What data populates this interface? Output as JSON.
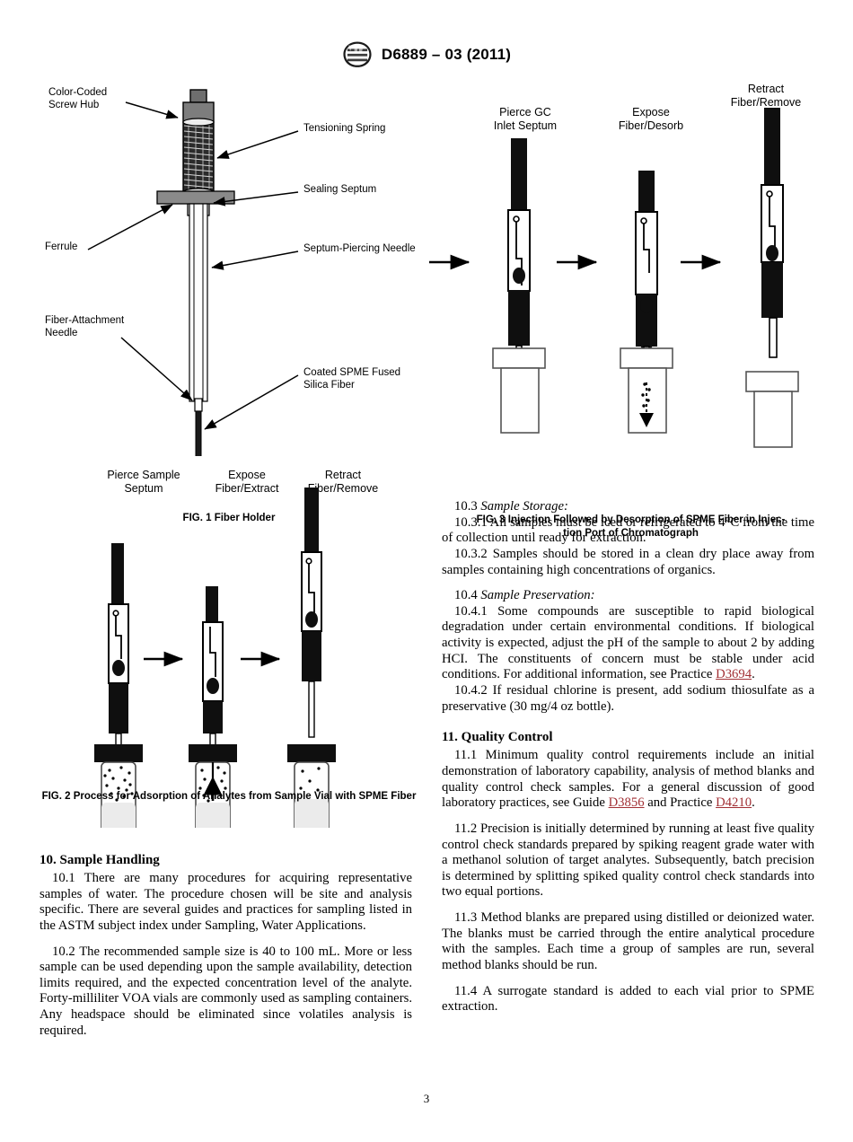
{
  "header": {
    "logo_name": "astm-logo",
    "title": "D6889 – 03 (2011)"
  },
  "figure1": {
    "caption": "FIG. 1 Fiber Holder",
    "callouts": [
      {
        "name": "color-coded-screw-hub",
        "text": "Color-Coded\nScrew Hub"
      },
      {
        "name": "tensioning-spring",
        "text": "Tensioning Spring"
      },
      {
        "name": "sealing-septum",
        "text": "Sealing Septum"
      },
      {
        "name": "ferrule",
        "text": "Ferrule"
      },
      {
        "name": "septum-piercing-needle",
        "text": "Septum-Piercing Needle"
      },
      {
        "name": "fiber-attachment-needle",
        "text": "Fiber-Attachment\nNeedle"
      },
      {
        "name": "coated-spme-fused-silica-fiber",
        "text": "Coated SPME Fused Silica Fiber"
      }
    ]
  },
  "figure2": {
    "caption": "FIG. 2 Process for Adsorption of Analytes from Sample Vial with SPME Fiber",
    "steps": [
      {
        "name": "pierce-sample-septum",
        "label": "Pierce Sample\nSeptum"
      },
      {
        "name": "expose-fiber-extract",
        "label": "Expose\nFiber/Extract"
      },
      {
        "name": "retract-fiber-remove",
        "label": "Retract\nFiber/Remove"
      }
    ]
  },
  "figure3": {
    "caption": "FIG. 3 Injection Followed by Desorption of SPME Fiber in Injec-\ntion Port of Chromatograph",
    "steps": [
      {
        "name": "pierce-gc-inlet-septum",
        "label": "Pierce GC\nInlet Septum"
      },
      {
        "name": "expose-fiber-desorb",
        "label": "Expose\nFiber/Desorb"
      },
      {
        "name": "retract-fiber-remove",
        "label": "Retract\nFiber/Remove"
      }
    ]
  },
  "sections": {
    "sample_handling": {
      "heading": "10.  Sample Handling",
      "p10_1": "10.1  There are many procedures for acquiring representative samples of water. The procedure chosen will be site and analysis specific. There are several guides and practices for sampling listed in the ASTM subject index under Sampling, Water Applications.",
      "p10_2": "10.2  The recommended sample size is 40 to 100 mL. More or less sample can be used depending upon the sample availability, detection limits required, and the expected concentration level of the analyte. Forty-milliliter VOA vials are commonly used as sampling containers. Any headspace should be eliminated since volatiles analysis is required."
    },
    "sample_storage": {
      "num": "10.3  ",
      "title": "Sample Storage:",
      "p10_3_1": "10.3.1  All samples must be iced or refrigerated to 4°C from the time of collection until ready for extraction.",
      "p10_3_2": "10.3.2  Samples should be stored in a clean dry place away from samples containing high concentrations of organics."
    },
    "sample_preservation": {
      "num": "10.4  ",
      "title": "Sample Preservation:",
      "p10_4_1_a": "10.4.1  Some compounds are susceptible to rapid biological degradation under certain environmental conditions. If biological activity is expected, adjust the pH of the sample to about 2 by adding HCI. The constituents of concern must be stable under acid conditions. For additional information, see Practice ",
      "p10_4_1_ref": "D3694",
      "p10_4_1_b": ".",
      "p10_4_2": "10.4.2  If residual chlorine is present, add sodium thiosulfate as a preservative (30 mg/4 oz bottle)."
    },
    "quality_control": {
      "heading": "11.  Quality Control",
      "p11_1_a": "11.1  Minimum quality control requirements include an initial demonstration of laboratory capability, analysis of method blanks and quality control check samples. For a general discussion of good laboratory practices, see Guide ",
      "p11_1_ref1": "D3856",
      "p11_1_mid": " and Practice ",
      "p11_1_ref2": "D4210",
      "p11_1_b": ".",
      "p11_2": "11.2  Precision is initially determined by running at least five quality control check standards prepared by spiking reagent grade water with a methanol solution of target analytes. Subsequently, batch precision is determined by splitting spiked quality control check standards into two equal portions.",
      "p11_3": "11.3  Method blanks are prepared using distilled or deionized water. The blanks must be carried through the entire analytical procedure with the samples. Each time a group of samples are run, several method blanks should be run.",
      "p11_4": "11.4  A surrogate standard is added to each vial prior to SPME extraction."
    }
  },
  "footer": {
    "page_number": "3"
  },
  "colors": {
    "reference_link": "#a12f34",
    "ink": "#000000",
    "hub_gray": "#808080",
    "liquid_gray": "#ebebeb"
  }
}
